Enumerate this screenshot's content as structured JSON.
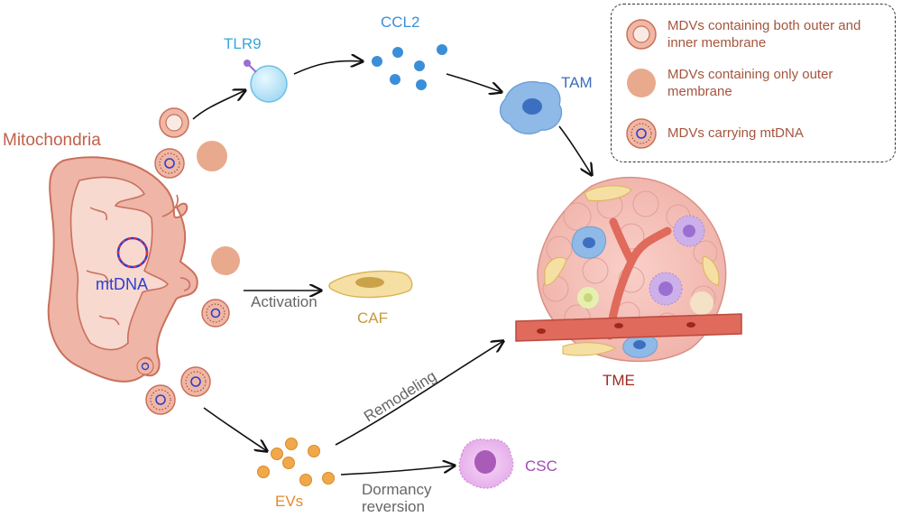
{
  "labels": {
    "tlr9": "TLR9",
    "ccl2": "CCL2",
    "tam": "TAM",
    "mitochondria": "Mitochondria",
    "mtdna": "mtDNA",
    "activation": "Activation",
    "caf": "CAF",
    "tme": "TME",
    "remodeling": "Remodeling",
    "evs": "EVs",
    "dormancy_reversion": "Dormancy\nreversion",
    "csc": "CSC"
  },
  "legend": {
    "items": [
      {
        "text": "MDVs containing both outer and inner membrane",
        "icon": "double-membrane-vesicle"
      },
      {
        "text": "MDVs containing only outer membrane",
        "icon": "outer-membrane-vesicle"
      },
      {
        "text": "MDVs carrying mtDNA",
        "icon": "mtdna-vesicle"
      }
    ]
  },
  "colors": {
    "mito_fill": "#efb5a7",
    "mito_stroke": "#c9705c",
    "mito_inner": "#f7d9d0",
    "label_brown": "#c0604a",
    "tlr9_blue": "#37a7d9",
    "ccl2_blue": "#3b8ed8",
    "tam_fill": "#8fb9e6",
    "caf_fill": "#f6dfa2",
    "caf_text": "#c59a3a",
    "tme_text": "#9b2b22",
    "vessel": "#e06a5c",
    "ev_orange": "#f0a94a",
    "evs_text": "#e08a2b",
    "csc_fill": "#e9b6ec",
    "csc_text": "#a04bb0",
    "mtdna_text": "#2c3fd0",
    "gray_text": "#666666"
  }
}
